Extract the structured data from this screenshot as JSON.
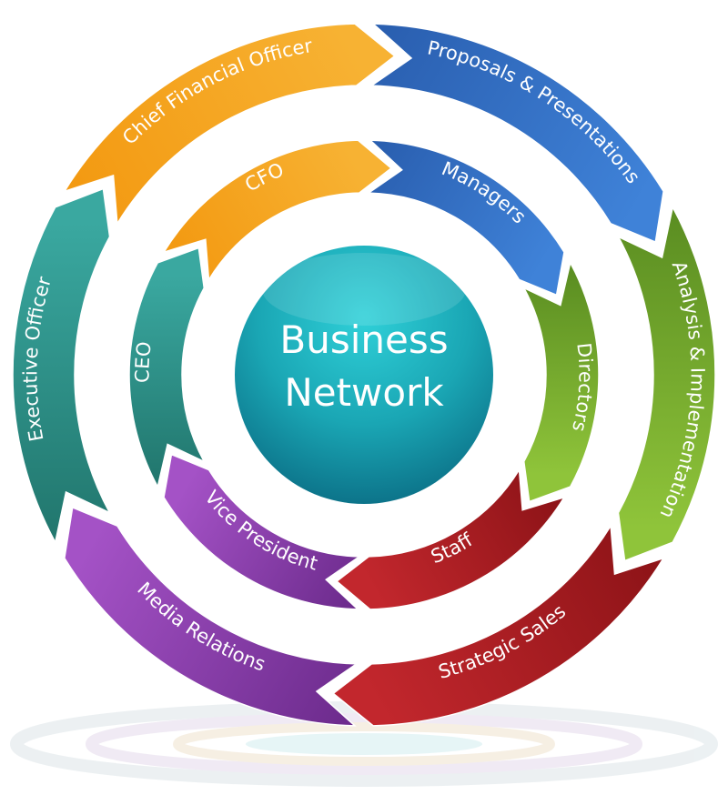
{
  "center": {
    "line1": "Business",
    "line2": "Network",
    "colors": [
      "#2fd0d8",
      "#1aa6b4",
      "#0b6f86"
    ]
  },
  "outer_ring": [
    {
      "label": "Chief Financial Officer",
      "colors": [
        "#f7b233",
        "#f39a12"
      ]
    },
    {
      "label": "Proposals & Presentations",
      "colors": [
        "#3f82d8",
        "#2a5fb0"
      ]
    },
    {
      "label": "Analysis & Implementation",
      "colors": [
        "#8fc43a",
        "#5c8f22"
      ]
    },
    {
      "label": "Strategic Sales",
      "colors": [
        "#c2272d",
        "#8f1418"
      ]
    },
    {
      "label": "Media Relations",
      "colors": [
        "#a452c6",
        "#6e2c8e"
      ]
    },
    {
      "label": "Executive Officer",
      "colors": [
        "#3aa8a0",
        "#22786f"
      ]
    }
  ],
  "inner_ring": [
    {
      "label": "CFO",
      "colors": [
        "#f7b233",
        "#f39a12"
      ]
    },
    {
      "label": "Managers",
      "colors": [
        "#3f82d8",
        "#2a5fb0"
      ]
    },
    {
      "label": "Directors",
      "colors": [
        "#8fc43a",
        "#5c8f22"
      ]
    },
    {
      "label": "Staff",
      "colors": [
        "#c2272d",
        "#8f1418"
      ]
    },
    {
      "label": "Vice President",
      "colors": [
        "#a452c6",
        "#6e2c8e"
      ]
    },
    {
      "label": "CEO",
      "colors": [
        "#3aa8a0",
        "#22786f"
      ]
    }
  ]
}
